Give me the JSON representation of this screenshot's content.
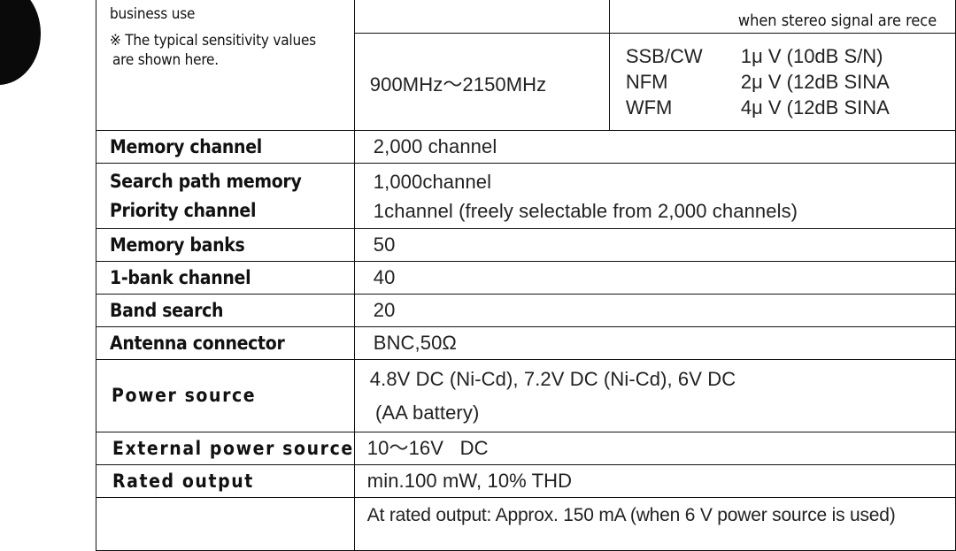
{
  "notes": {
    "line1": "business use",
    "line2": "※ The typical sensitivity values",
    "line3": "are shown here."
  },
  "stereo_note": "when stereo signal are rece",
  "band": "900MHz～2150MHz",
  "sensitivity": [
    {
      "mode": "SSB/CW",
      "value": "1μ V (10dB   S/N)"
    },
    {
      "mode": "NFM",
      "value": "2μ V (12dB   SINA"
    },
    {
      "mode": "WFM",
      "value": "4μ V (12dB   SINA"
    }
  ],
  "rows": {
    "memory_channel": {
      "label": "Memory channel",
      "value": "2,000 channel"
    },
    "search_path": {
      "label": "Search path memory",
      "value": "1,000channel"
    },
    "priority": {
      "label": "Priority channel",
      "value": "1channel (freely selectable from 2,000 channels)"
    },
    "memory_banks": {
      "label": "Memory banks",
      "value": "50"
    },
    "bank_channel": {
      "label": "1-bank channel",
      "value": "40"
    },
    "band_search": {
      "label": "Band search",
      "value": "20"
    },
    "antenna": {
      "label": "Antenna connector",
      "value": "BNC,50Ω"
    },
    "power": {
      "label": "Power source",
      "line1": "4.8V DC  (Ni-Cd), 7.2V DC  (Ni-Cd), 6V DC",
      "line2": " (AA battery)"
    },
    "ext_power": {
      "label": "External power source",
      "value": "10～16V   DC"
    },
    "rated_output": {
      "label": "Rated output",
      "value": "min.100 mW, 10% THD"
    },
    "current": {
      "value": "At rated output: Approx. 150 mA (when 6 V power source is used)"
    }
  }
}
